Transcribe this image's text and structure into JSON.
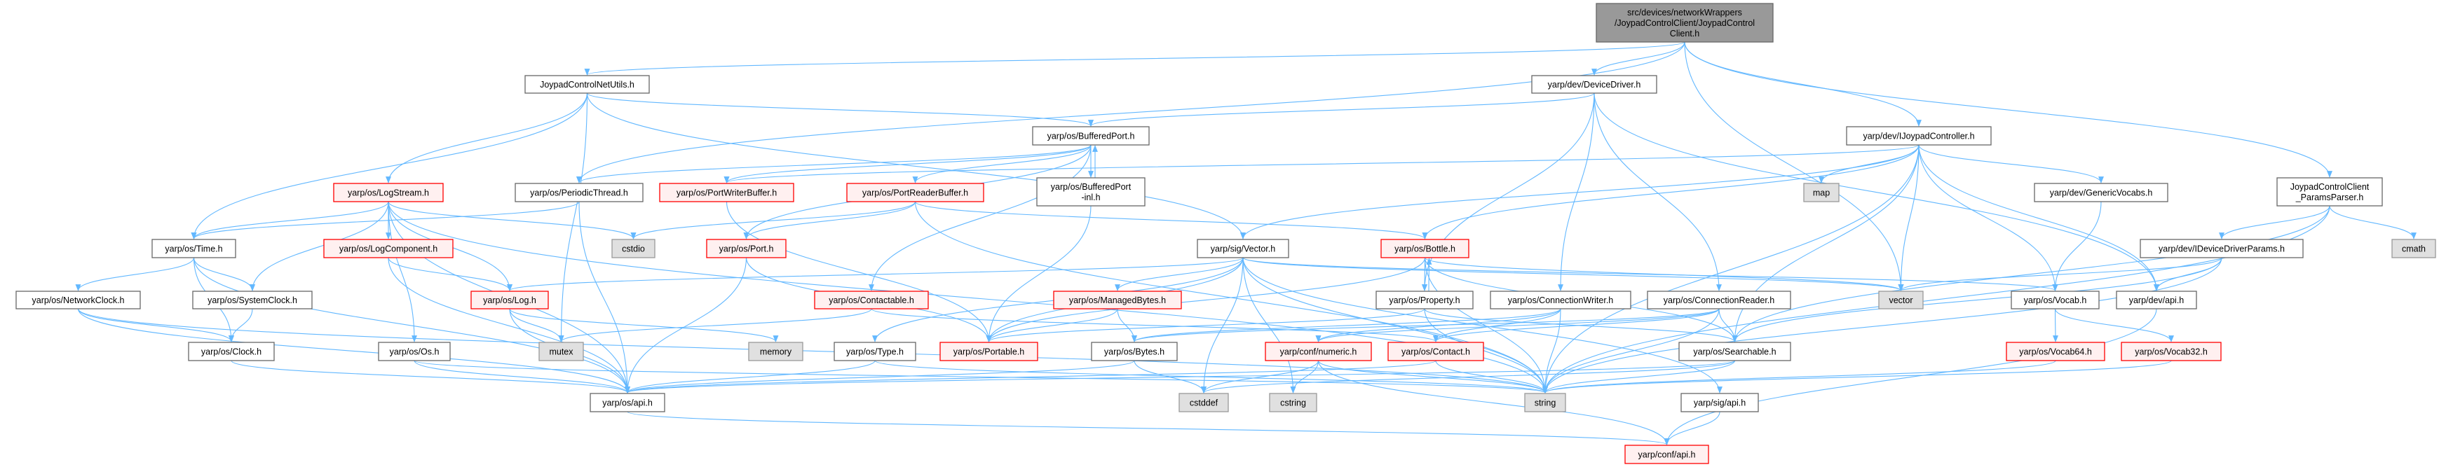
{
  "title": "src/devices/networkWrappers/JoypadControlClient/JoypadControlClient.h include dependency graph",
  "colors": {
    "edge": "#63b8ff",
    "red_border": "#ff0000",
    "root_fill": "#999999",
    "system_fill": "#e0e0e0"
  },
  "nodes": [
    {
      "id": "root",
      "kind": "root",
      "lines": [
        "src/devices/networkWrappers",
        "/JoypadControlClient/JoypadControl",
        "Client.h"
      ]
    },
    {
      "id": "netutils",
      "kind": "normal",
      "lines": [
        "JoypadControlNetUtils.h"
      ]
    },
    {
      "id": "devicedriver",
      "kind": "normal",
      "lines": [
        "yarp/dev/DeviceDriver.h"
      ]
    },
    {
      "id": "bufferedport",
      "kind": "normal",
      "lines": [
        "yarp/os/BufferedPort.h"
      ]
    },
    {
      "id": "ijoypad",
      "kind": "normal",
      "lines": [
        "yarp/dev/IJoypadController.h"
      ]
    },
    {
      "id": "logstream",
      "kind": "red",
      "lines": [
        "yarp/os/LogStream.h"
      ]
    },
    {
      "id": "periodic",
      "kind": "normal",
      "lines": [
        "yarp/os/PeriodicThread.h"
      ]
    },
    {
      "id": "portwriter",
      "kind": "red",
      "lines": [
        "yarp/os/PortWriterBuffer.h"
      ]
    },
    {
      "id": "portreader",
      "kind": "red",
      "lines": [
        "yarp/os/PortReaderBuffer.h"
      ]
    },
    {
      "id": "bpinl",
      "kind": "normal",
      "lines": [
        "yarp/os/BufferedPort",
        "-inl.h"
      ]
    },
    {
      "id": "map",
      "kind": "sys",
      "lines": [
        "map"
      ]
    },
    {
      "id": "genericvocabs",
      "kind": "normal",
      "lines": [
        "yarp/dev/GenericVocabs.h"
      ]
    },
    {
      "id": "params",
      "kind": "normal",
      "lines": [
        "JoypadControlClient",
        "_ParamsParser.h"
      ]
    },
    {
      "id": "time",
      "kind": "normal",
      "lines": [
        "yarp/os/Time.h"
      ]
    },
    {
      "id": "logcomponent",
      "kind": "red",
      "lines": [
        "yarp/os/LogComponent.h"
      ]
    },
    {
      "id": "cstdio",
      "kind": "sys",
      "lines": [
        "cstdio"
      ]
    },
    {
      "id": "port",
      "kind": "red",
      "lines": [
        "yarp/os/Port.h"
      ]
    },
    {
      "id": "sigvector",
      "kind": "normal",
      "lines": [
        "yarp/sig/Vector.h"
      ]
    },
    {
      "id": "bottle",
      "kind": "red",
      "lines": [
        "yarp/os/Bottle.h"
      ]
    },
    {
      "id": "idriverparams",
      "kind": "normal",
      "lines": [
        "yarp/dev/IDeviceDriverParams.h"
      ]
    },
    {
      "id": "cmath",
      "kind": "sys",
      "lines": [
        "cmath"
      ]
    },
    {
      "id": "networkclock",
      "kind": "normal",
      "lines": [
        "yarp/os/NetworkClock.h"
      ]
    },
    {
      "id": "systemclock",
      "kind": "normal",
      "lines": [
        "yarp/os/SystemClock.h"
      ]
    },
    {
      "id": "log",
      "kind": "red",
      "lines": [
        "yarp/os/Log.h"
      ]
    },
    {
      "id": "contactable",
      "kind": "red",
      "lines": [
        "yarp/os/Contactable.h"
      ]
    },
    {
      "id": "managedbytes",
      "kind": "red",
      "lines": [
        "yarp/os/ManagedBytes.h"
      ]
    },
    {
      "id": "property",
      "kind": "normal",
      "lines": [
        "yarp/os/Property.h"
      ]
    },
    {
      "id": "connwriter",
      "kind": "normal",
      "lines": [
        "yarp/os/ConnectionWriter.h"
      ]
    },
    {
      "id": "connreader",
      "kind": "normal",
      "lines": [
        "yarp/os/ConnectionReader.h"
      ]
    },
    {
      "id": "vector",
      "kind": "sys",
      "lines": [
        "vector"
      ]
    },
    {
      "id": "vocab",
      "kind": "normal",
      "lines": [
        "yarp/os/Vocab.h"
      ]
    },
    {
      "id": "devapi",
      "kind": "normal",
      "lines": [
        "yarp/dev/api.h"
      ]
    },
    {
      "id": "clock",
      "kind": "normal",
      "lines": [
        "yarp/os/Clock.h"
      ]
    },
    {
      "id": "os",
      "kind": "normal",
      "lines": [
        "yarp/os/Os.h"
      ]
    },
    {
      "id": "mutex",
      "kind": "sys",
      "lines": [
        "mutex"
      ]
    },
    {
      "id": "memory",
      "kind": "sys",
      "lines": [
        "memory"
      ]
    },
    {
      "id": "type",
      "kind": "normal",
      "lines": [
        "yarp/os/Type.h"
      ]
    },
    {
      "id": "portable",
      "kind": "red",
      "lines": [
        "yarp/os/Portable.h"
      ]
    },
    {
      "id": "bytes",
      "kind": "normal",
      "lines": [
        "yarp/os/Bytes.h"
      ]
    },
    {
      "id": "numeric",
      "kind": "red",
      "lines": [
        "yarp/conf/numeric.h"
      ]
    },
    {
      "id": "contact",
      "kind": "red",
      "lines": [
        "yarp/os/Contact.h"
      ]
    },
    {
      "id": "searchable",
      "kind": "normal",
      "lines": [
        "yarp/os/Searchable.h"
      ]
    },
    {
      "id": "vocab64",
      "kind": "red",
      "lines": [
        "yarp/os/Vocab64.h"
      ]
    },
    {
      "id": "vocab32",
      "kind": "red",
      "lines": [
        "yarp/os/Vocab32.h"
      ]
    },
    {
      "id": "osapi",
      "kind": "normal",
      "lines": [
        "yarp/os/api.h"
      ]
    },
    {
      "id": "cstddef",
      "kind": "sys",
      "lines": [
        "cstddef"
      ]
    },
    {
      "id": "cstring",
      "kind": "sys",
      "lines": [
        "cstring"
      ]
    },
    {
      "id": "string",
      "kind": "sys",
      "lines": [
        "string"
      ]
    },
    {
      "id": "sigapi",
      "kind": "normal",
      "lines": [
        "yarp/sig/api.h"
      ]
    },
    {
      "id": "confapi",
      "kind": "red",
      "lines": [
        "yarp/conf/api.h"
      ]
    }
  ],
  "edges": [
    [
      "root",
      "netutils"
    ],
    [
      "root",
      "periodic"
    ],
    [
      "root",
      "devicedriver"
    ],
    [
      "root",
      "ijoypad"
    ],
    [
      "root",
      "params"
    ],
    [
      "root",
      "vector"
    ],
    [
      "netutils",
      "logstream"
    ],
    [
      "netutils",
      "time"
    ],
    [
      "netutils",
      "mutex"
    ],
    [
      "netutils",
      "bufferedport"
    ],
    [
      "netutils",
      "sigvector"
    ],
    [
      "logstream",
      "time"
    ],
    [
      "logstream",
      "systemclock"
    ],
    [
      "logstream",
      "logcomponent"
    ],
    [
      "logstream",
      "log"
    ],
    [
      "logstream",
      "cstdio"
    ],
    [
      "logstream",
      "os"
    ],
    [
      "logstream",
      "osapi"
    ],
    [
      "logstream",
      "string"
    ],
    [
      "periodic",
      "time"
    ],
    [
      "periodic",
      "osapi"
    ],
    [
      "time",
      "networkclock"
    ],
    [
      "time",
      "systemclock"
    ],
    [
      "time",
      "clock"
    ],
    [
      "time",
      "osapi"
    ],
    [
      "networkclock",
      "clock"
    ],
    [
      "networkclock",
      "osapi"
    ],
    [
      "networkclock",
      "string"
    ],
    [
      "systemclock",
      "clock"
    ],
    [
      "clock",
      "osapi"
    ],
    [
      "logcomponent",
      "log"
    ],
    [
      "logcomponent",
      "osapi"
    ],
    [
      "log",
      "osapi"
    ],
    [
      "log",
      "mutex"
    ],
    [
      "log",
      "memory"
    ],
    [
      "os",
      "osapi"
    ],
    [
      "os",
      "string"
    ],
    [
      "portwriter",
      "portable"
    ],
    [
      "bufferedport",
      "portreader"
    ],
    [
      "bufferedport",
      "portwriter"
    ],
    [
      "bufferedport",
      "bpinl"
    ],
    [
      "bufferedport",
      "port"
    ],
    [
      "bufferedport",
      "contactable"
    ],
    [
      "bufferedport",
      "periodic"
    ],
    [
      "bpinl",
      "bufferedport"
    ],
    [
      "bpinl",
      "portable"
    ],
    [
      "portreader",
      "port"
    ],
    [
      "portreader",
      "cstdio"
    ],
    [
      "portreader",
      "bottle"
    ],
    [
      "portreader",
      "string"
    ],
    [
      "port",
      "osapi"
    ],
    [
      "port",
      "portable"
    ],
    [
      "devicedriver",
      "bufferedport"
    ],
    [
      "devicedriver",
      "property"
    ],
    [
      "devicedriver",
      "connwriter"
    ],
    [
      "devicedriver",
      "connreader"
    ],
    [
      "devicedriver",
      "devapi"
    ],
    [
      "ijoypad",
      "portwriter"
    ],
    [
      "ijoypad",
      "map"
    ],
    [
      "ijoypad",
      "vector"
    ],
    [
      "ijoypad",
      "genericvocabs"
    ],
    [
      "ijoypad",
      "vocab"
    ],
    [
      "ijoypad",
      "devapi"
    ],
    [
      "ijoypad",
      "searchable"
    ],
    [
      "ijoypad",
      "sigvector"
    ],
    [
      "ijoypad",
      "bottle"
    ],
    [
      "ijoypad",
      "string"
    ],
    [
      "sigvector",
      "log"
    ],
    [
      "sigvector",
      "managedbytes"
    ],
    [
      "sigvector",
      "portable"
    ],
    [
      "sigvector",
      "type"
    ],
    [
      "sigvector",
      "cstddef"
    ],
    [
      "sigvector",
      "cstring"
    ],
    [
      "sigvector",
      "string"
    ],
    [
      "sigvector",
      "vector"
    ],
    [
      "sigvector",
      "vocab"
    ],
    [
      "sigvector",
      "sigapi"
    ],
    [
      "bottle",
      "property"
    ],
    [
      "bottle",
      "portable"
    ],
    [
      "bottle",
      "string"
    ],
    [
      "bottle",
      "vector"
    ],
    [
      "bottle",
      "searchable"
    ],
    [
      "property",
      "bottle"
    ],
    [
      "property",
      "portable"
    ],
    [
      "property",
      "searchable"
    ],
    [
      "property",
      "string"
    ],
    [
      "connwriter",
      "numeric"
    ],
    [
      "connwriter",
      "contact"
    ],
    [
      "connwriter",
      "bytes"
    ],
    [
      "connwriter",
      "string"
    ],
    [
      "connreader",
      "searchable"
    ],
    [
      "connreader",
      "string"
    ],
    [
      "connreader",
      "numeric"
    ],
    [
      "connreader",
      "contact"
    ],
    [
      "connreader",
      "bytes"
    ],
    [
      "contactable",
      "contact"
    ],
    [
      "contactable",
      "mutex"
    ],
    [
      "managedbytes",
      "portable"
    ],
    [
      "managedbytes",
      "bytes"
    ],
    [
      "type",
      "osapi"
    ],
    [
      "type",
      "string"
    ],
    [
      "bytes",
      "cstddef"
    ],
    [
      "bytes",
      "osapi"
    ],
    [
      "numeric",
      "cstddef"
    ],
    [
      "numeric",
      "cstring"
    ],
    [
      "numeric",
      "string"
    ],
    [
      "numeric",
      "confapi"
    ],
    [
      "contact",
      "osapi"
    ],
    [
      "contact",
      "string"
    ],
    [
      "genericvocabs",
      "vocab"
    ],
    [
      "params",
      "idriverparams"
    ],
    [
      "params",
      "cmath"
    ],
    [
      "params",
      "searchable"
    ],
    [
      "params",
      "string"
    ],
    [
      "idriverparams",
      "vector"
    ],
    [
      "idriverparams",
      "devapi"
    ],
    [
      "idriverparams",
      "searchable"
    ],
    [
      "idriverparams",
      "string"
    ],
    [
      "vocab",
      "vocab64"
    ],
    [
      "vocab",
      "vocab32"
    ],
    [
      "vocab64",
      "string"
    ],
    [
      "vocab32",
      "string"
    ],
    [
      "devapi",
      "confapi"
    ],
    [
      "searchable",
      "osapi"
    ],
    [
      "searchable",
      "string"
    ],
    [
      "searchable",
      "cstddef"
    ],
    [
      "sigapi",
      "confapi"
    ],
    [
      "osapi",
      "confapi"
    ]
  ]
}
